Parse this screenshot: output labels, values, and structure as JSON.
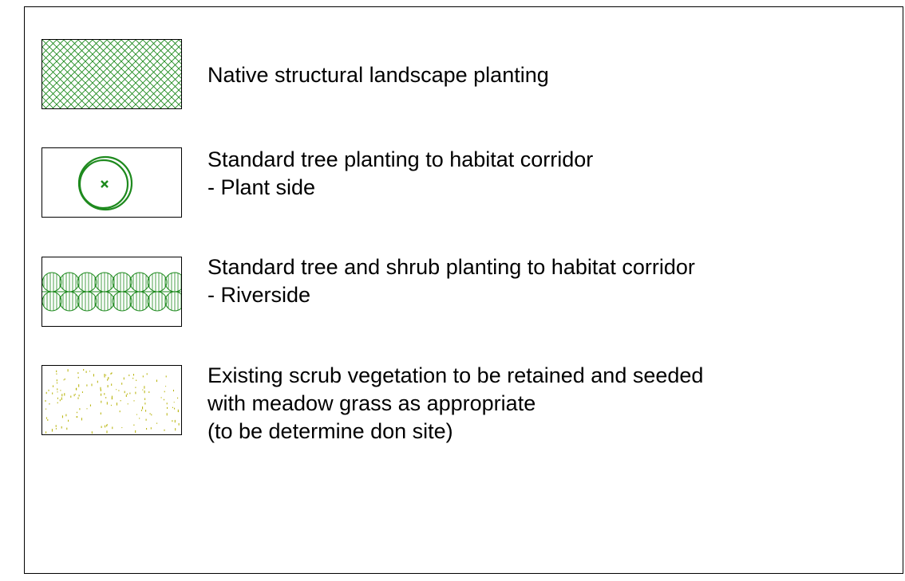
{
  "legend": {
    "items": [
      {
        "key": "native",
        "lines": [
          "Native structural landscape planting"
        ],
        "symbol": "crosshatch-fill-icon"
      },
      {
        "key": "tree",
        "lines": [
          "Standard tree planting to habitat corridor",
          "- Plant side"
        ],
        "symbol": "tree-circle-icon"
      },
      {
        "key": "shrub",
        "lines": [
          "Standard tree and shrub planting to habitat corridor",
          "- Riverside"
        ],
        "symbol": "shrub-row-icon"
      },
      {
        "key": "scrub",
        "lines": [
          "Existing scrub vegetation to be retained and seeded",
          "with meadow grass as appropriate",
          "(to be determine don site)"
        ],
        "symbol": "speckle-fill-icon"
      }
    ]
  },
  "colors": {
    "green": "#1e8a1e",
    "speckle": "#b5b000",
    "outline": "#000000"
  }
}
